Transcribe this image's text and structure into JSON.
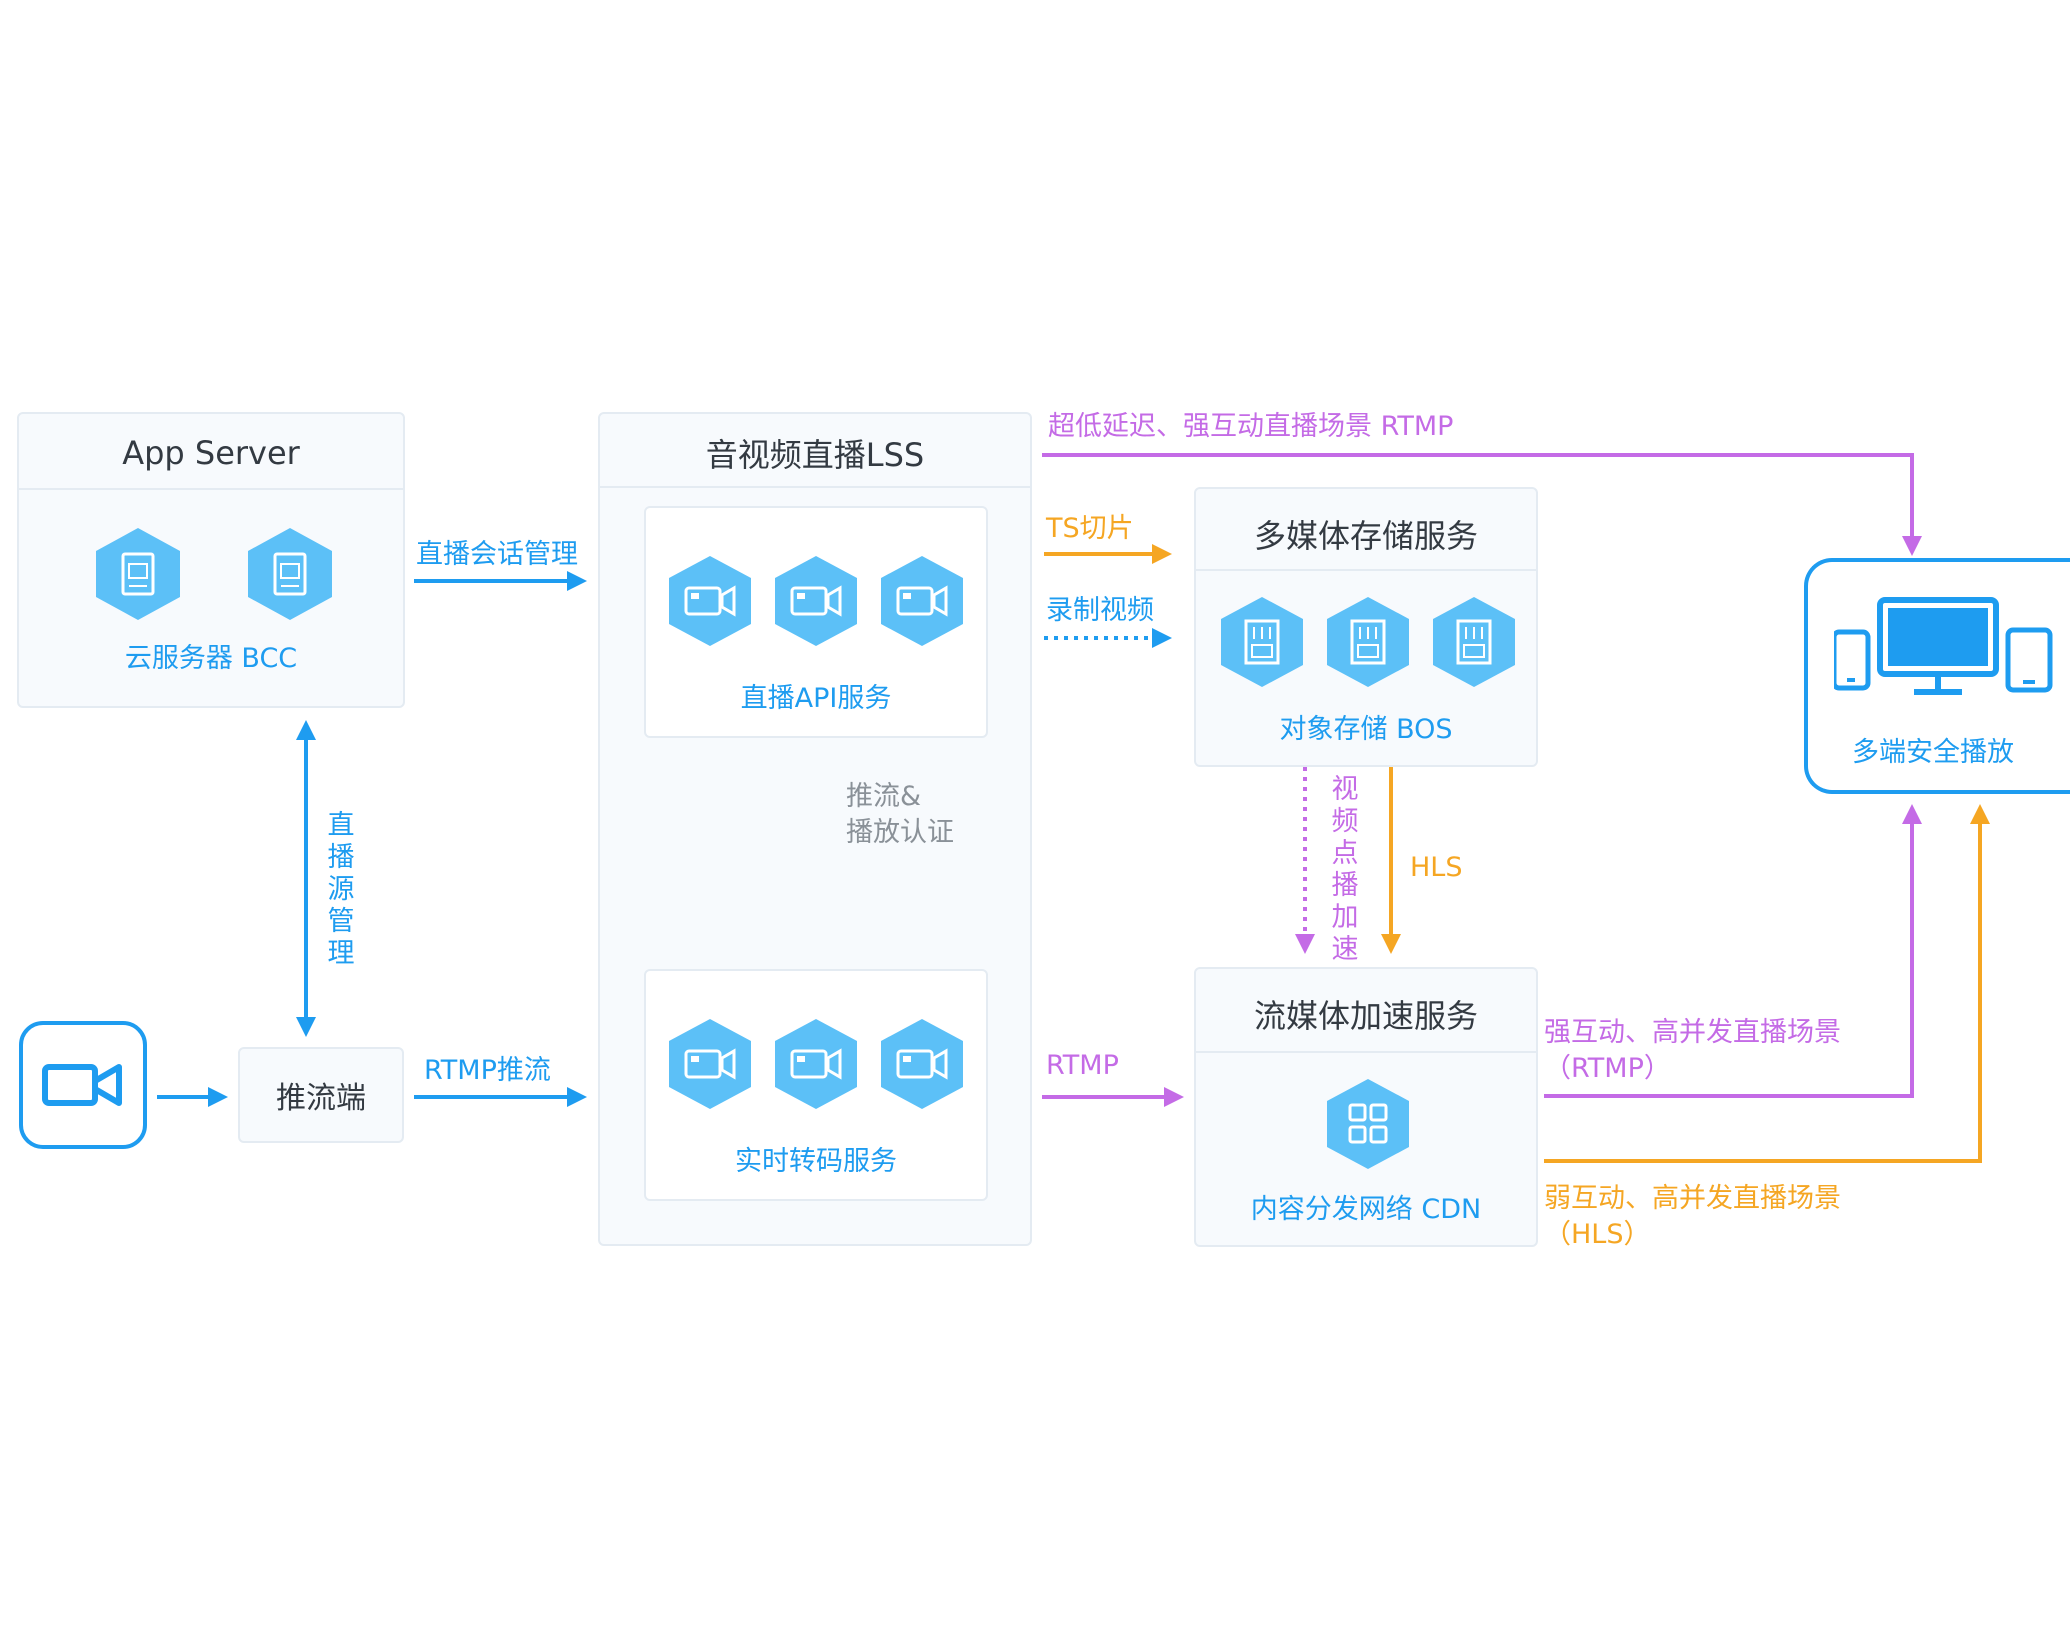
{
  "colors": {
    "blue": "#1e9cf0",
    "hex_fill": "#5cc0f7",
    "orange": "#f5a623",
    "purple": "#c46be6",
    "panel_bg": "#f7fafd",
    "border": "#e4ebf2"
  },
  "app_server": {
    "title": "App Server",
    "service_label": "云服务器 BCC",
    "icons": [
      "server-icon",
      "server-icon"
    ]
  },
  "lss": {
    "title": "音视频直播LSS",
    "api_label": "直播API服务",
    "transcode_label": "实时转码服务",
    "icons": [
      "video-camera-icon",
      "video-camera-icon",
      "video-camera-icon"
    ]
  },
  "storage": {
    "title": "多媒体存储服务",
    "service_label": "对象存储 BOS",
    "icons": [
      "storage-card-icon",
      "storage-card-icon",
      "storage-card-icon"
    ]
  },
  "streaming": {
    "title": "流媒体加速服务",
    "service_label": "内容分发网络 CDN",
    "icons": [
      "grid-icon"
    ]
  },
  "push_end": {
    "label": "推流端"
  },
  "client": {
    "label": "多端安全播放",
    "icons": [
      "multi-device-icon"
    ]
  },
  "camera": {
    "icons": [
      "camera-icon"
    ]
  },
  "edges": {
    "session_mgmt": "直播会话管理",
    "source_mgmt": "直播源管理",
    "rtmp_push": "RTMP推流",
    "auth_line1": "推流&",
    "auth_line2": "播放认证",
    "ts_slice": "TS切片",
    "record_video": "录制视频",
    "ultra_low": "超低延迟、强互动直播场景 RTMP",
    "rtmp": "RTMP",
    "vod_accel": "视频点播加速",
    "hls": "HLS",
    "strong_line1": "强互动、高并发直播场景",
    "strong_line2": "（RTMP）",
    "weak_line1": "弱互动、高并发直播场景",
    "weak_line2": "（HLS）"
  }
}
